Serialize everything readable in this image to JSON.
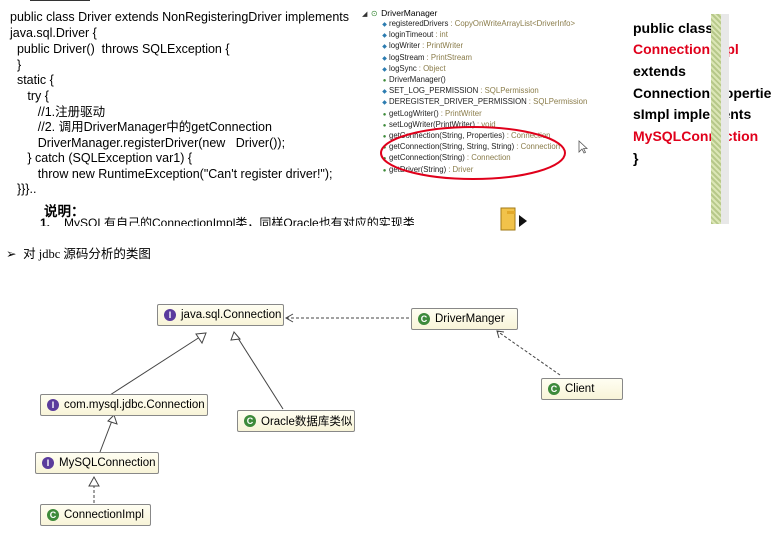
{
  "code": {
    "lines": [
      "public class Driver extends NonRegisteringDriver implements",
      "java.sql.Driver {",
      "  public Driver()  throws SQLException {",
      "  }",
      "  static {",
      "     try {",
      "        //1.注册驱动",
      "        //2. 调用DriverManager中的getConnection",
      "        DriverManager.registerDriver(new   Driver());",
      "     } catch (SQLException var1) {",
      "        throw new RuntimeException(\"Can't register driver!\");",
      "  }}}.."
    ]
  },
  "notes": {
    "heading": "说明：",
    "bullet": "1.",
    "text": "MySQL有自己的ConnectionImpl类，同样Oracle也有对应的实现类"
  },
  "outline": {
    "root": "DriverManager",
    "root_icon": "class-icon",
    "items": [
      {
        "name": "registeredDrivers",
        "type": ": CopyOnWriteArrayList<DriverInfo>",
        "icon": "static-final-field-icon"
      },
      {
        "name": "loginTimeout",
        "type": ": int",
        "icon": "static-field-icon"
      },
      {
        "name": "logWriter",
        "type": ": PrintWriter",
        "icon": "static-field-icon"
      },
      {
        "name": "logStream",
        "type": ": PrintStream",
        "icon": "static-field-icon"
      },
      {
        "name": "logSync",
        "type": ": Object",
        "icon": "static-final-field-icon"
      },
      {
        "name": "DriverManager()",
        "type": "",
        "icon": "constructor-icon"
      },
      {
        "name": "SET_LOG_PERMISSION",
        "type": ": SQLPermission",
        "icon": "static-final-field-icon"
      },
      {
        "name": "DEREGISTER_DRIVER_PERMISSION",
        "type": ": SQLPermission",
        "icon": "static-final-field-icon"
      },
      {
        "name": "getLogWriter()",
        "type": ": PrintWriter",
        "icon": "public-method-icon"
      },
      {
        "name": "setLogWriter(PrintWriter)",
        "type": ": void",
        "icon": "public-method-icon"
      },
      {
        "name": "getConnection(String, Properties)",
        "type": ": Connection",
        "icon": "public-method-icon"
      },
      {
        "name": "getConnection(String, String, String)",
        "type": ": Connection",
        "icon": "public-method-icon"
      },
      {
        "name": "getConnection(String)",
        "type": ": Connection",
        "icon": "public-method-icon"
      },
      {
        "name": "getDriver(String)",
        "type": ": Driver",
        "icon": "public-method-icon"
      }
    ]
  },
  "editor": {
    "lines": [
      {
        "text": "public class",
        "color": "#000000"
      },
      {
        "text": "ConnectionImpl",
        "color": "#e0001b"
      },
      {
        "text": "extends",
        "color": "#000000"
      },
      {
        "text": "ConnectionPropertie",
        "color": "#000000"
      },
      {
        "text": "sImpl implements",
        "color": "#000000"
      },
      {
        "text": "MySQLConnection",
        "color": "#e0001b"
      },
      {
        "text": "}",
        "color": "#000000"
      }
    ]
  },
  "caption": {
    "arrow": "➢",
    "text": "对 jdbc 源码分析的类图"
  },
  "diagram": {
    "nodes": [
      {
        "id": "java-sql-connection",
        "label": "java.sql.Connection",
        "kind": "interface"
      },
      {
        "id": "driver-manger",
        "label": "DriverManger",
        "kind": "class"
      },
      {
        "id": "client",
        "label": "Client",
        "kind": "class"
      },
      {
        "id": "com-mysql-jdbc-connection",
        "label": "com.mysql.jdbc.Connection",
        "kind": "interface"
      },
      {
        "id": "oracle-impl",
        "label": "Oracle数据库类似",
        "kind": "class"
      },
      {
        "id": "mysql-connection",
        "label": "MySQLConnection",
        "kind": "interface"
      },
      {
        "id": "connection-impl",
        "label": "ConnectionImpl",
        "kind": "class"
      }
    ],
    "icon_letters": {
      "interface": "I",
      "class": "C"
    },
    "colors": {
      "interface_icon": "#5a3b9c",
      "class_icon": "#3d8a3a",
      "highlight": "#e0001b"
    }
  }
}
